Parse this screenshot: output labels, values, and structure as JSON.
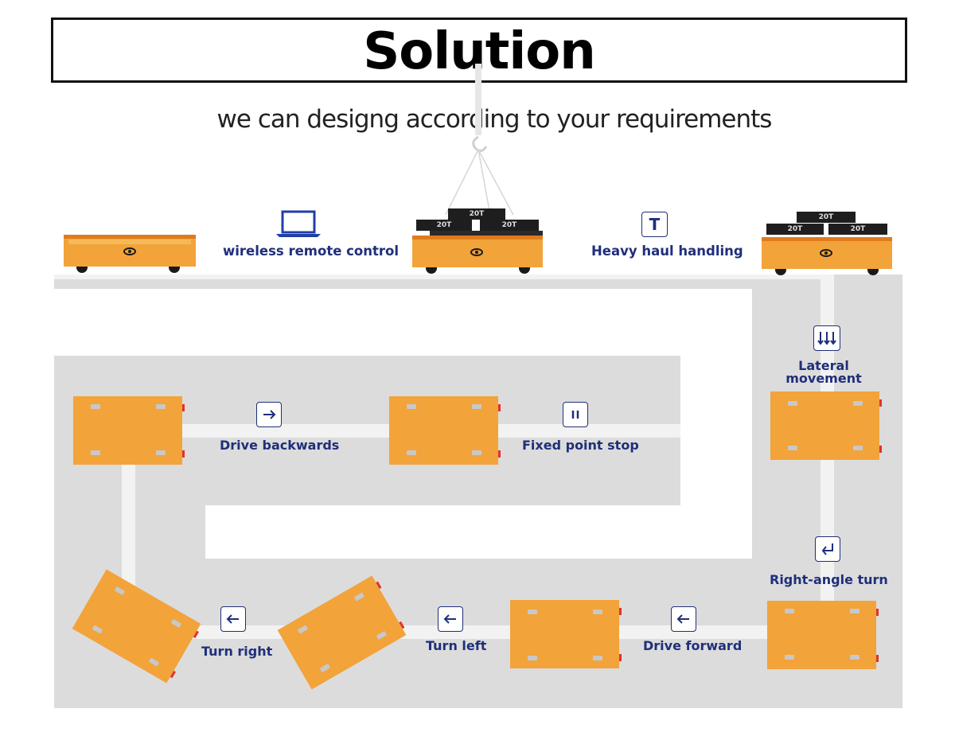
{
  "header": {
    "title": "Solution",
    "subtitle": "we can designg  according to your requirements"
  },
  "features": {
    "wireless": "wireless remote control",
    "heavy_haul": "Heavy haul handling",
    "lateral_line1": "Lateral",
    "lateral_line2": "movement",
    "right_angle": "Right-angle turn",
    "drive_forward": "Drive forward",
    "turn_left": "Turn left",
    "turn_right": "Turn  right",
    "drive_backwards": "Drive backwards",
    "fixed_point_stop": "Fixed point stop"
  },
  "loads": {
    "label": "20T"
  },
  "colors": {
    "cart": "#f2a33a",
    "cart_edge": "#e07b1c",
    "label_blue": "#1f2f7a",
    "floor": "#dcdcdc",
    "lane": "#f2f2f2"
  },
  "icons": {
    "wireless": "laptop-icon",
    "heavy_haul": "t-letter-icon",
    "lateral": "double-down-arrow-icon",
    "right_angle": "return-arrow-icon",
    "drive_forward": "left-arrow-icon",
    "turn_left": "left-arrow-icon",
    "turn_right": "left-arrow-icon",
    "drive_backwards": "right-arrow-icon",
    "fixed_point_stop": "pause-icon"
  }
}
